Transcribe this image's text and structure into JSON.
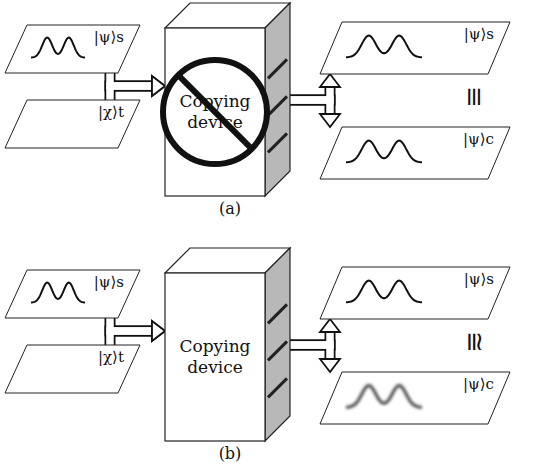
{
  "diagram": {
    "nodes": [
      {
        "text": [
          "|ψ⟩s"
        ]
      },
      {
        "text": [
          "|χ⟩t"
        ]
      },
      {
        "text": [
          "Copying device"
        ]
      },
      {
        "text": [
          "|ψ⟩s"
        ]
      },
      {
        "text": [
          "|ψ⟩c"
        ]
      },
      {
        "text": [
          "|ψ⟩s"
        ]
      },
      {
        "text": [
          "|χ⟩t"
        ]
      },
      {
        "text": [
          "Copying device"
        ]
      },
      {
        "text": [
          "|ψ⟩s"
        ]
      },
      {
        "text": [
          "|ψ⟩c"
        ]
      }
    ],
    "edges": [
      {
        "from": 0,
        "to": 2,
        "arrow": "to"
      },
      {
        "from": 1,
        "to": 2,
        "arrow": "to"
      },
      {
        "from": 2,
        "to": 3,
        "arrow": "to"
      },
      {
        "from": 2,
        "to": 4,
        "arrow": "to"
      },
      {
        "from": 5,
        "to": 7,
        "arrow": "to"
      },
      {
        "from": 6,
        "to": 7,
        "arrow": "to"
      },
      {
        "from": 7,
        "to": 8,
        "arrow": "to"
      },
      {
        "from": 7,
        "to": 9,
        "arrow": "to"
      }
    ],
    "labels": [
      "≡",
      "(a)",
      "≅",
      "(b)"
    ]
  }
}
